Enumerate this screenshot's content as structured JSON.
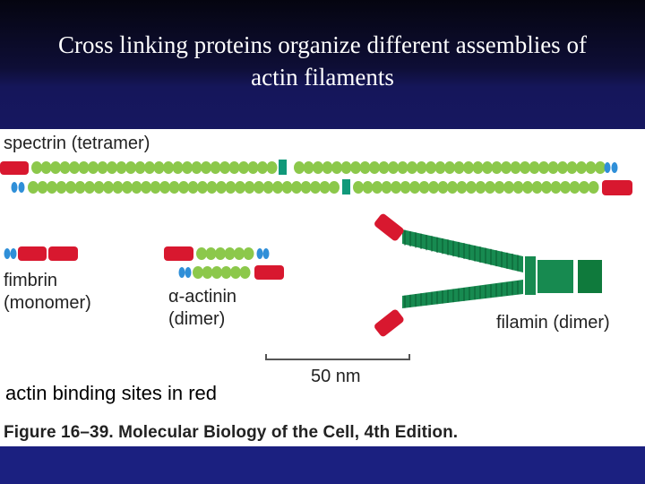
{
  "slide": {
    "title": "Cross linking proteins organize different assemblies of actin filaments",
    "caption": "actin binding sites in red",
    "figure_credit": "Figure 16–39. Molecular Biology of the Cell, 4th Edition."
  },
  "diagram": {
    "labels": {
      "spectrin": "spectrin (tetramer)",
      "fimbrin_line1": "fimbrin",
      "fimbrin_line2": "(monomer)",
      "actinin_line1": "α-actinin",
      "actinin_line2": "(dimer)",
      "filamin": "filamin (dimer)",
      "scale": "50 nm"
    },
    "colors": {
      "actin_binding": "#d8182f",
      "repeat_domain": "#8cc84b",
      "ef_hand": "#2f8fd8",
      "linker": "#11997a",
      "filamin_domain": "#178a50",
      "filamin_hinge": "#0f7a3c"
    }
  }
}
